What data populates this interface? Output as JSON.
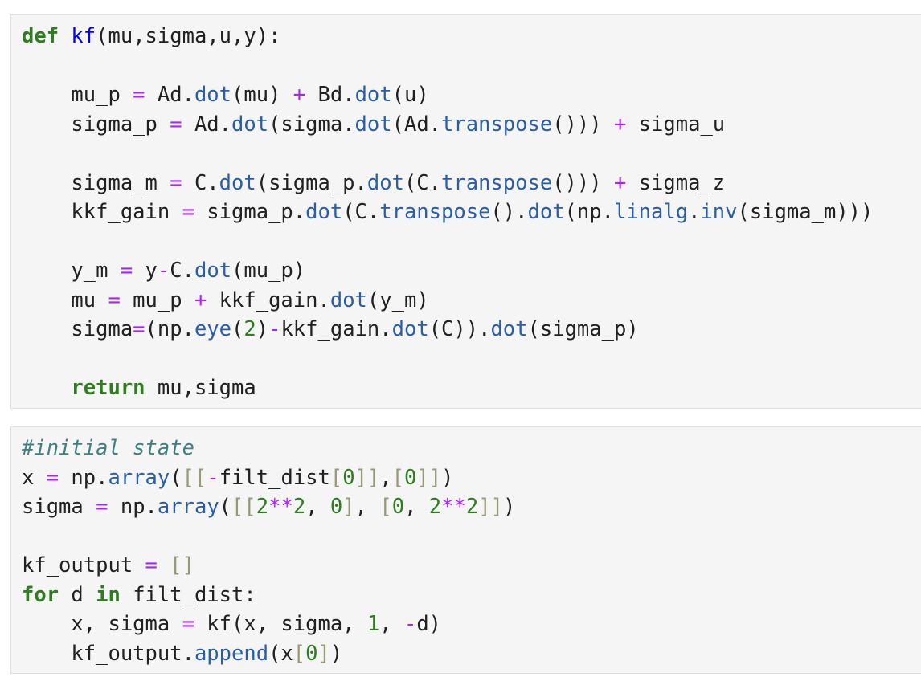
{
  "cells": [
    {
      "lines": [
        [
          [
            "def",
            "kw"
          ],
          [
            " ",
            ""
          ],
          [
            "kf",
            "def"
          ],
          [
            "(mu,sigma,u,y):",
            ""
          ]
        ],
        [],
        [
          [
            "    mu_p ",
            ""
          ],
          [
            "=",
            "op"
          ],
          [
            " Ad.",
            ""
          ],
          [
            "dot",
            "attr"
          ],
          [
            "(mu) ",
            ""
          ],
          [
            "+",
            "op"
          ],
          [
            " Bd.",
            ""
          ],
          [
            "dot",
            "attr"
          ],
          [
            "(u)",
            ""
          ]
        ],
        [
          [
            "    sigma_p ",
            ""
          ],
          [
            "=",
            "op"
          ],
          [
            " Ad.",
            ""
          ],
          [
            "dot",
            "attr"
          ],
          [
            "(sigma.",
            ""
          ],
          [
            "dot",
            "attr"
          ],
          [
            "(Ad.",
            ""
          ],
          [
            "transpose",
            "attr"
          ],
          [
            "())) ",
            ""
          ],
          [
            "+",
            "op"
          ],
          [
            " sigma_u",
            ""
          ]
        ],
        [],
        [
          [
            "    sigma_m ",
            ""
          ],
          [
            "=",
            "op"
          ],
          [
            " C.",
            ""
          ],
          [
            "dot",
            "attr"
          ],
          [
            "(sigma_p.",
            ""
          ],
          [
            "dot",
            "attr"
          ],
          [
            "(C.",
            ""
          ],
          [
            "transpose",
            "attr"
          ],
          [
            "())) ",
            ""
          ],
          [
            "+",
            "op"
          ],
          [
            " sigma_z",
            ""
          ]
        ],
        [
          [
            "    kkf_gain ",
            ""
          ],
          [
            "=",
            "op"
          ],
          [
            " sigma_p.",
            ""
          ],
          [
            "dot",
            "attr"
          ],
          [
            "(C.",
            ""
          ],
          [
            "transpose",
            "attr"
          ],
          [
            "().",
            ""
          ],
          [
            "dot",
            "attr"
          ],
          [
            "(np.",
            ""
          ],
          [
            "linalg",
            "attr"
          ],
          [
            ".",
            ""
          ],
          [
            "inv",
            "attr"
          ],
          [
            "(sigma_m)))",
            ""
          ]
        ],
        [],
        [
          [
            "    y_m ",
            ""
          ],
          [
            "=",
            "op"
          ],
          [
            " y",
            ""
          ],
          [
            "-",
            "op"
          ],
          [
            "C.",
            ""
          ],
          [
            "dot",
            "attr"
          ],
          [
            "(mu_p)",
            ""
          ]
        ],
        [
          [
            "    mu ",
            ""
          ],
          [
            "=",
            "op"
          ],
          [
            " mu_p ",
            ""
          ],
          [
            "+",
            "op"
          ],
          [
            " kkf_gain.",
            ""
          ],
          [
            "dot",
            "attr"
          ],
          [
            "(y_m)",
            ""
          ]
        ],
        [
          [
            "    sigma",
            ""
          ],
          [
            "=",
            "op"
          ],
          [
            "(np.",
            ""
          ],
          [
            "eye",
            "attr"
          ],
          [
            "(",
            ""
          ],
          [
            "2",
            "num"
          ],
          [
            ")",
            ""
          ],
          [
            "-",
            "op"
          ],
          [
            "kkf_gain.",
            ""
          ],
          [
            "dot",
            "attr"
          ],
          [
            "(C)).",
            ""
          ],
          [
            "dot",
            "attr"
          ],
          [
            "(sigma_p)",
            ""
          ]
        ],
        [],
        [
          [
            "    ",
            ""
          ],
          [
            "return",
            "kw"
          ],
          [
            " mu,sigma",
            ""
          ]
        ]
      ]
    },
    {
      "lines": [
        [
          [
            "#initial state",
            "cm"
          ]
        ],
        [
          [
            "x ",
            ""
          ],
          [
            "=",
            "op"
          ],
          [
            " np.",
            ""
          ],
          [
            "array",
            "attr"
          ],
          [
            "(",
            ""
          ],
          [
            "[[",
            "br"
          ],
          [
            "-",
            "op"
          ],
          [
            "filt_dist",
            ""
          ],
          [
            "[",
            "br"
          ],
          [
            "0",
            "num"
          ],
          [
            "]]",
            "br"
          ],
          [
            ",",
            ""
          ],
          [
            "[",
            "br"
          ],
          [
            "0",
            "num"
          ],
          [
            "]]",
            "br"
          ],
          [
            ")",
            ""
          ]
        ],
        [
          [
            "sigma ",
            ""
          ],
          [
            "=",
            "op"
          ],
          [
            " np.",
            ""
          ],
          [
            "array",
            "attr"
          ],
          [
            "(",
            ""
          ],
          [
            "[[",
            "br"
          ],
          [
            "2",
            "num"
          ],
          [
            "**",
            "op"
          ],
          [
            "2",
            "num"
          ],
          [
            ", ",
            ""
          ],
          [
            "0",
            "num"
          ],
          [
            "]",
            "br"
          ],
          [
            ", ",
            ""
          ],
          [
            "[",
            "br"
          ],
          [
            "0",
            "num"
          ],
          [
            ", ",
            ""
          ],
          [
            "2",
            "num"
          ],
          [
            "**",
            "op"
          ],
          [
            "2",
            "num"
          ],
          [
            "]]",
            "br"
          ],
          [
            ")",
            ""
          ]
        ],
        [],
        [
          [
            "kf_output ",
            ""
          ],
          [
            "=",
            "op"
          ],
          [
            " ",
            ""
          ],
          [
            "[]",
            "br"
          ]
        ],
        [
          [
            "for",
            "kw"
          ],
          [
            " d ",
            ""
          ],
          [
            "in",
            "kw"
          ],
          [
            " filt_dist:",
            ""
          ]
        ],
        [
          [
            "    x, sigma ",
            ""
          ],
          [
            "=",
            "op"
          ],
          [
            " kf(x, sigma, ",
            ""
          ],
          [
            "1",
            "num"
          ],
          [
            ", ",
            ""
          ],
          [
            "-",
            "op"
          ],
          [
            "d)",
            ""
          ]
        ],
        [
          [
            "    kf_output.",
            ""
          ],
          [
            "append",
            "attr"
          ],
          [
            "(x",
            ""
          ],
          [
            "[",
            "br"
          ],
          [
            "0",
            "num"
          ],
          [
            "]",
            "br"
          ],
          [
            ")",
            ""
          ]
        ]
      ]
    }
  ]
}
